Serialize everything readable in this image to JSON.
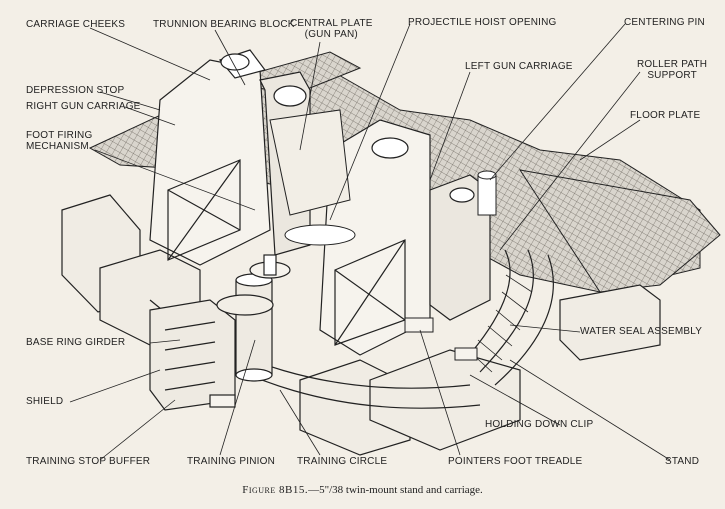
{
  "colors": {
    "paper": "#f3efe7",
    "ink": "#222222",
    "plate": "#d8d4cc"
  },
  "labels": {
    "carriage_cheeks": "CARRIAGE CHEEKS",
    "trunnion_bearing_block": "TRUNNION BEARING BLOCK",
    "central_plate": "CENTRAL PLATE\n(GUN PAN)",
    "projectile_hoist_opening": "PROJECTILE HOIST OPENING",
    "centering_pin": "CENTERING PIN",
    "left_gun_carriage": "LEFT GUN CARRIAGE",
    "roller_path_support": "ROLLER PATH\nSUPPORT",
    "depression_stop": "DEPRESSION STOP",
    "right_gun_carriage": "RIGHT GUN CARRIAGE",
    "foot_firing_mechanism": "FOOT FIRING\nMECHANISM",
    "floor_plate": "FLOOR PLATE",
    "water_seal_assembly": "WATER SEAL ASSEMBLY",
    "base_ring_girder": "BASE RING GIRDER",
    "shield": "SHIELD",
    "holding_down_clip": "HOLDING DOWN CLIP",
    "training_stop_buffer": "TRAINING STOP BUFFER",
    "training_pinion": "TRAINING PINION",
    "training_circle": "TRAINING CIRCLE",
    "pointers_foot_treadle": "POINTERS FOOT TREADLE",
    "stand": "STAND"
  },
  "caption": {
    "figure": "Figure 8B15.",
    "text": "—5\"/38 twin-mount stand and carriage."
  }
}
